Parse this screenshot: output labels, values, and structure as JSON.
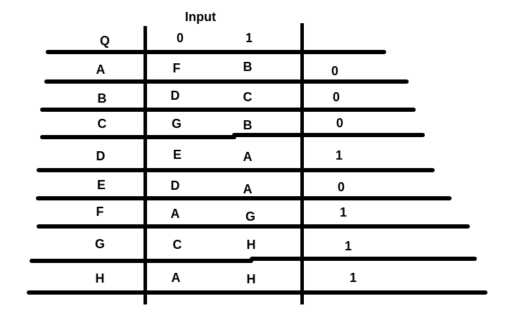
{
  "diagram": {
    "title": "Input",
    "header": {
      "state": "Q",
      "input0": "0",
      "input1": "1"
    },
    "rows": [
      {
        "state": "A",
        "next0": "F",
        "next1": "B",
        "output": "0"
      },
      {
        "state": "B",
        "next0": "D",
        "next1": "C",
        "output": "0"
      },
      {
        "state": "C",
        "next0": "G",
        "next1": "B",
        "output": "0"
      },
      {
        "state": "D",
        "next0": "E",
        "next1": "A",
        "output": "1"
      },
      {
        "state": "E",
        "next0": "D",
        "next1": "A",
        "output": "0"
      },
      {
        "state": "F",
        "next0": "A",
        "next1": "G",
        "output": "1"
      },
      {
        "state": "G",
        "next0": "C",
        "next1": "H",
        "output": "1"
      },
      {
        "state": "H",
        "next0": "A",
        "next1": "H",
        "output": "1"
      }
    ],
    "colors": {
      "ink": "#000000",
      "background": "#ffffff"
    }
  }
}
